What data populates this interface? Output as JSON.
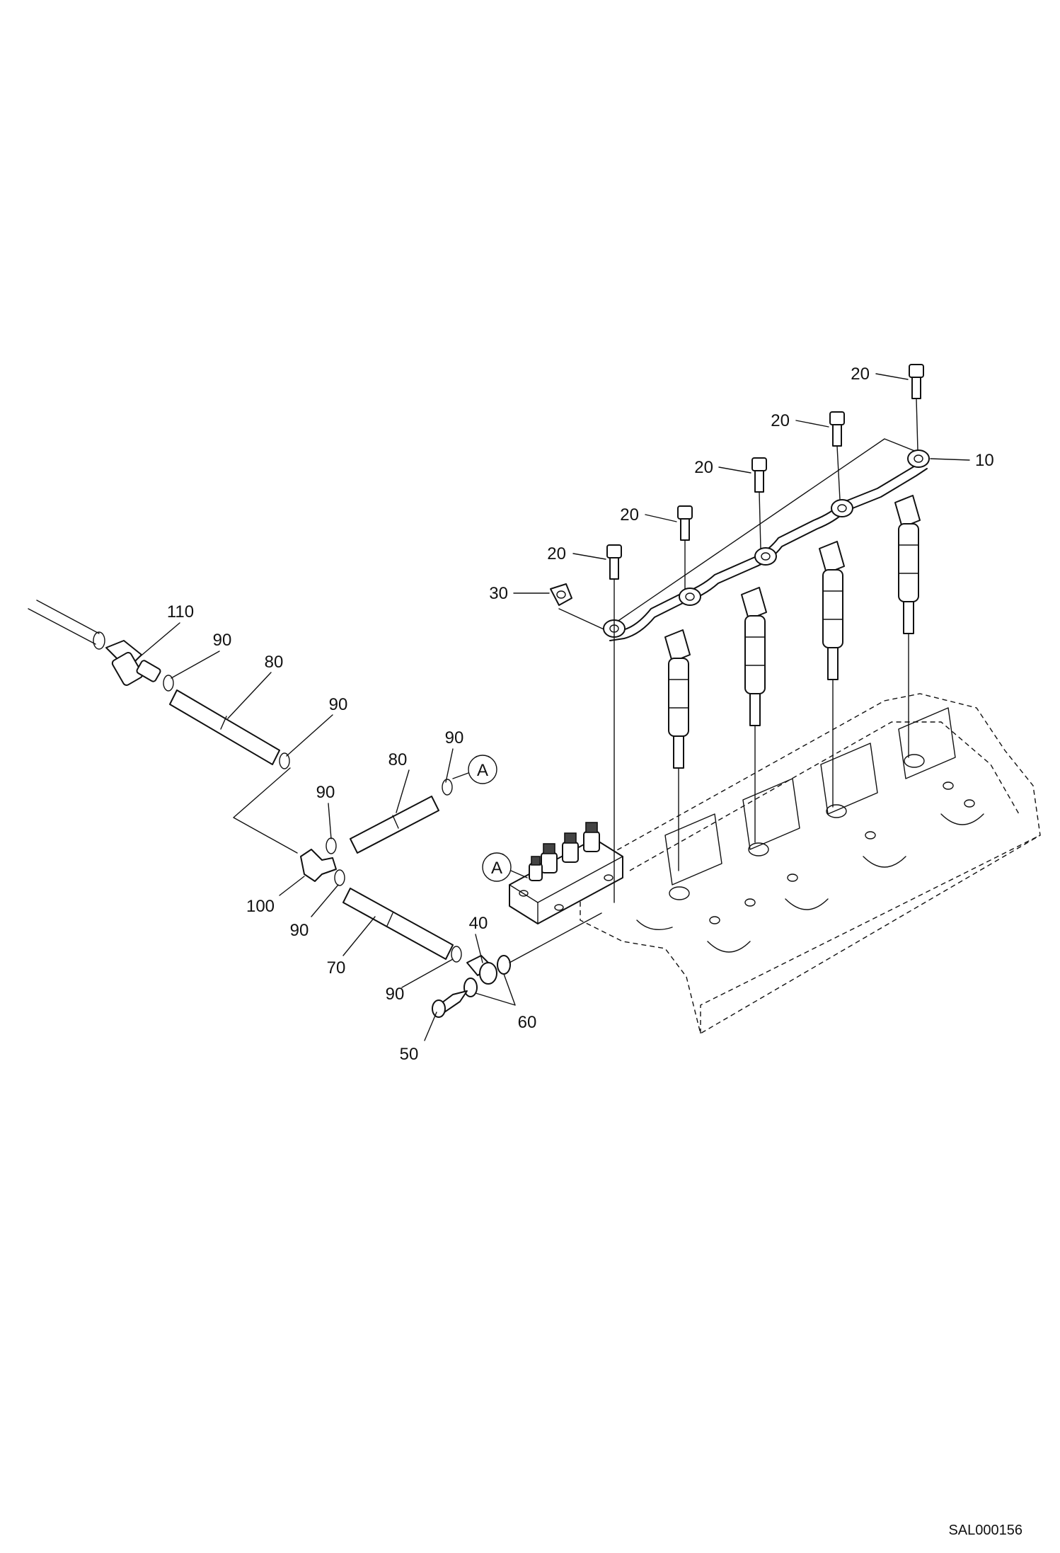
{
  "diagram": {
    "reference_code": "SAL000156",
    "callouts": {
      "c10": "10",
      "c20": "20",
      "c30": "30",
      "c40": "40",
      "c50": "50",
      "c60": "60",
      "c70": "70",
      "c80": "80",
      "c90": "90",
      "c100": "100",
      "c110": "110"
    },
    "detail_ref": "A"
  }
}
